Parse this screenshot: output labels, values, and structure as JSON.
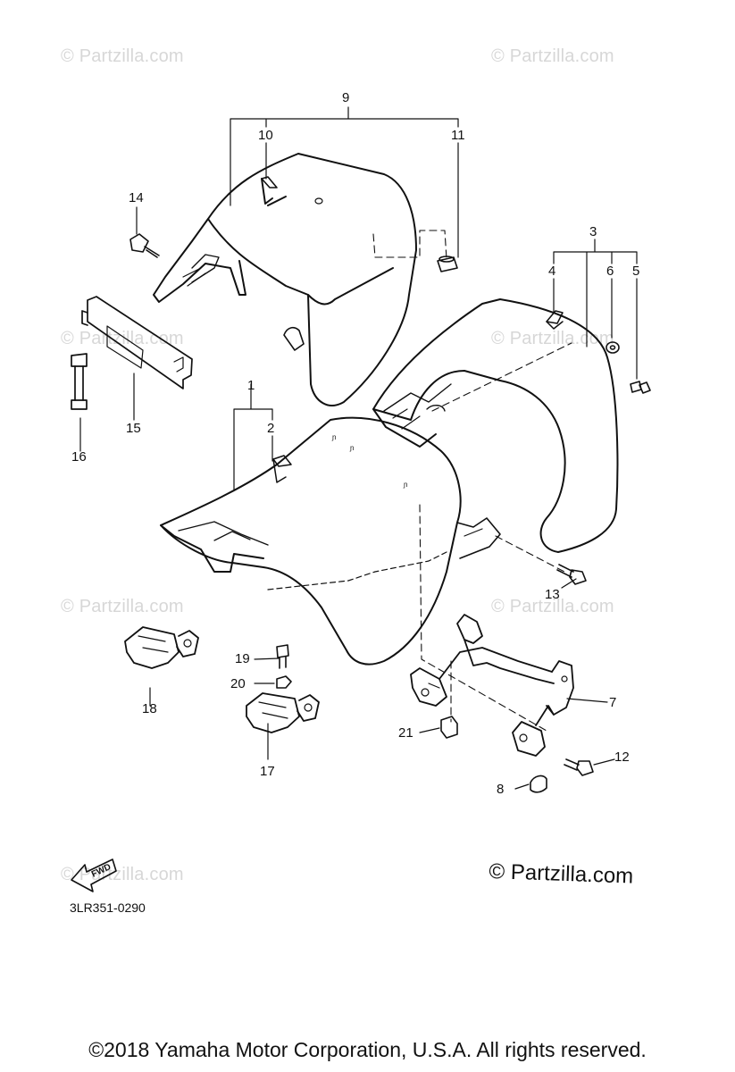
{
  "watermarks": {
    "small": "© Partzilla.com",
    "main": "© Partzilla.com"
  },
  "diagram_code": "3LR351-0290",
  "fwd_label": "FWD",
  "callouts": {
    "c1": "1",
    "c2": "2",
    "c3": "3",
    "c4": "4",
    "c5": "5",
    "c6": "6",
    "c7": "7",
    "c8": "8",
    "c9": "9",
    "c10": "10",
    "c11": "11",
    "c12": "12",
    "c13": "13",
    "c14": "14",
    "c15": "15",
    "c16": "16",
    "c17": "17",
    "c18": "18",
    "c19": "19",
    "c20": "20",
    "c21": "21"
  },
  "footer": "©2018 Yamaha Motor Corporation, U.S.A. All rights reserved."
}
